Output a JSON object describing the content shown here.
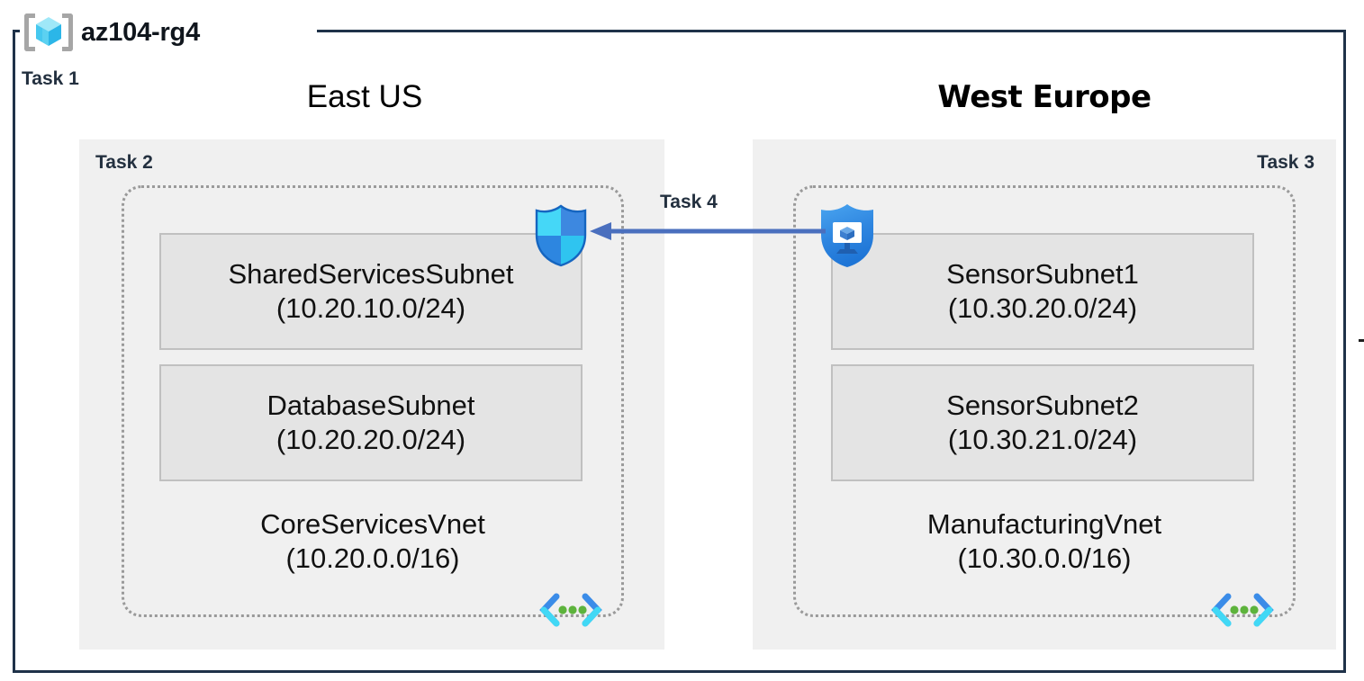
{
  "resource_group": {
    "name": "az104-rg4",
    "icon": "resource-group-cube-icon",
    "task_label": "Task 1"
  },
  "regions": [
    {
      "id": "east",
      "title": "East US",
      "task_label": "Task 2",
      "vnet": {
        "name": "CoreServicesVnet",
        "cidr": "(10.20.0.0/16)",
        "icon": "virtual-network-icon",
        "subnets": [
          {
            "name": "SharedServicesSubnet",
            "cidr": "(10.20.10.0/24)"
          },
          {
            "name": "DatabaseSubnet",
            "cidr": "(10.20.20.0/24)"
          }
        ]
      }
    },
    {
      "id": "west",
      "title": "West Europe",
      "task_label": "Task 3",
      "vnet": {
        "name": "ManufacturingVnet",
        "cidr": "(10.30.0.0/16)",
        "icon": "virtual-network-icon",
        "subnets": [
          {
            "name": "SensorSubnet1",
            "cidr": "(10.30.20.0/24)"
          },
          {
            "name": "SensorSubnet2",
            "cidr": "(10.30.21.0/24)"
          }
        ]
      }
    }
  ],
  "connection": {
    "task_label": "Task 4",
    "direction": "right-to-left",
    "source_icon": "network-security-group-shield-icon",
    "target_icon": "firewall-shield-icon"
  },
  "colors": {
    "frame_border": "#1f3249",
    "task_text": "#23303f",
    "region_fill": "#f0f0f0",
    "subnet_fill": "#e4e4e4",
    "subnet_border": "#c0c0c0",
    "vnet_border": "#9a9a9a",
    "arrow": "#4a6fbe",
    "shield_cyan": "#46d7f7",
    "shield_blue": "#3b8ce8",
    "vnet_glyph_blue": "#3b8ce8",
    "vnet_glyph_cyan": "#41d8f5",
    "vnet_glyph_green": "#5db33c",
    "cube_cyan": "#8fe4f7",
    "bracket_gray": "#a6a6a6"
  }
}
